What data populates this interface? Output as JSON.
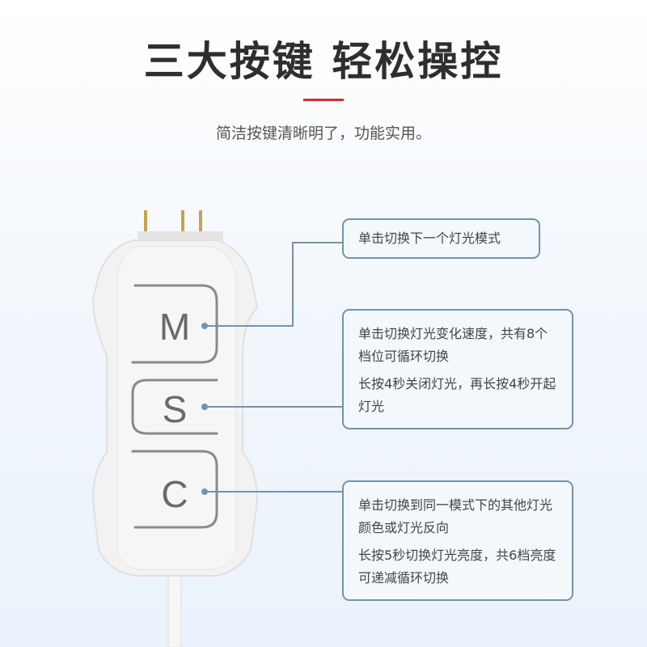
{
  "header": {
    "title": "三大按键 轻松操控",
    "subtitle": "简洁按键清晰明了，功能实用。",
    "accent_color": "#d9282f"
  },
  "device": {
    "buttons": [
      {
        "label": "M"
      },
      {
        "label": "S"
      },
      {
        "label": "C"
      }
    ]
  },
  "callouts": [
    {
      "button": "M",
      "lines": [
        "单击切换下一个灯光模式"
      ]
    },
    {
      "button": "S",
      "lines": [
        "单击切换灯光变化速度，共有8个档位可循环切换",
        "长按4秒关闭灯光，再长按4秒开起灯光"
      ]
    },
    {
      "button": "C",
      "lines": [
        "单击切换到同一模式下的其他灯光颜色或灯光反向",
        "长按5秒切换灯光亮度，共6档亮度可递减循环切换"
      ]
    }
  ]
}
